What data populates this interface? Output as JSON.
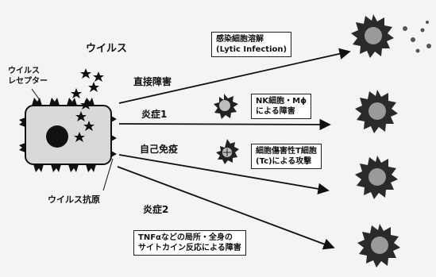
{
  "labels": {
    "virus": "ウイルス",
    "receptor_line1": "ウイルス",
    "receptor_line2": "レセプター",
    "antigen": "ウイルス抗原",
    "direct": "直接障害",
    "inflam1": "炎症1",
    "autoimmune": "自己免疫",
    "inflam2": "炎症2"
  },
  "boxes": {
    "lytic_line1": "感染細胞溶解",
    "lytic_line2": "(Lytic Infection)",
    "nk_line1": "NK細胞・Mϕ",
    "nk_line2": "による障害",
    "tc_line1": "細胞傷害性T細胞",
    "tc_line2": "(Tc)による攻撃",
    "tnf_line1": "TNFαなどの局所・全身の",
    "tnf_line2": "サイトカイン反応による障害"
  },
  "colors": {
    "ink": "#111111",
    "cell_fill": "#d9d9d9",
    "damaged_fill": "#2a2a2a",
    "damaged_core": "#9a9a9a"
  }
}
